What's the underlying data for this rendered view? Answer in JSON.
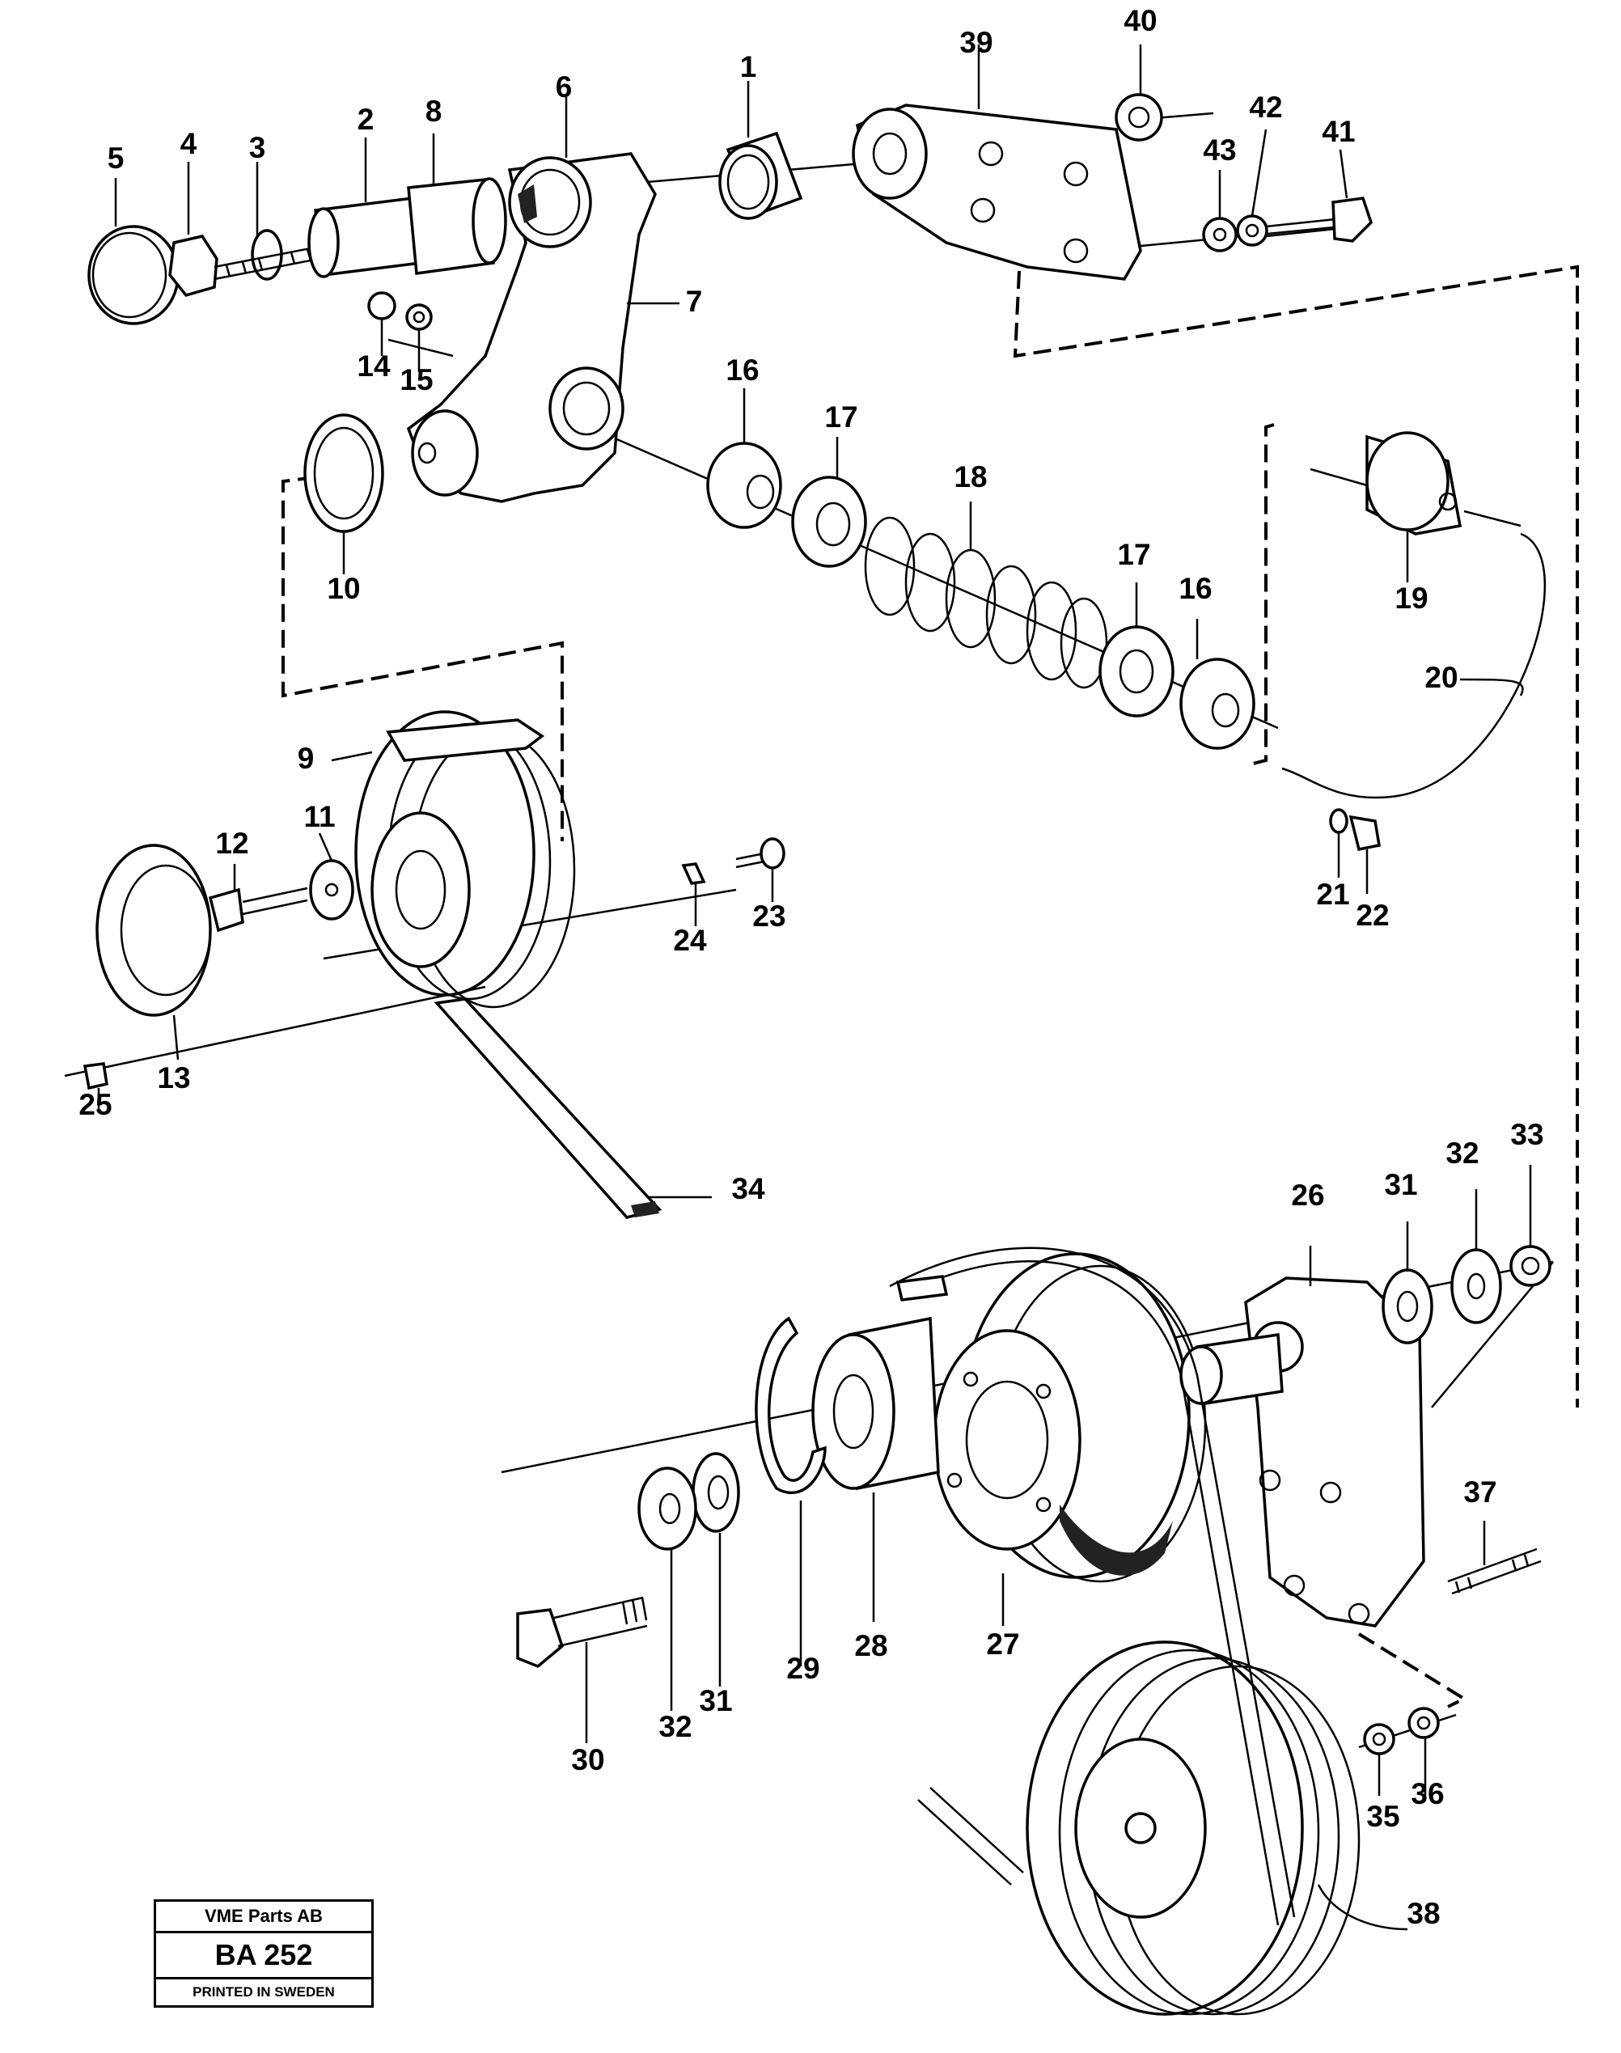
{
  "labels": [
    "1",
    "2",
    "3",
    "4",
    "5",
    "6",
    "7",
    "8",
    "9",
    "10",
    "11",
    "12",
    "13",
    "14",
    "15",
    "16",
    "17",
    "18",
    "19",
    "20",
    "21",
    "22",
    "23",
    "24",
    "25",
    "26",
    "27",
    "28",
    "29",
    "30",
    "31",
    "32",
    "33",
    "34",
    "35",
    "36",
    "37",
    "38",
    "39",
    "40",
    "41",
    "42",
    "43"
  ],
  "title_block": {
    "company": "VME Parts AB",
    "code": "BA 252",
    "printed": "PRINTED IN SWEDEN"
  }
}
